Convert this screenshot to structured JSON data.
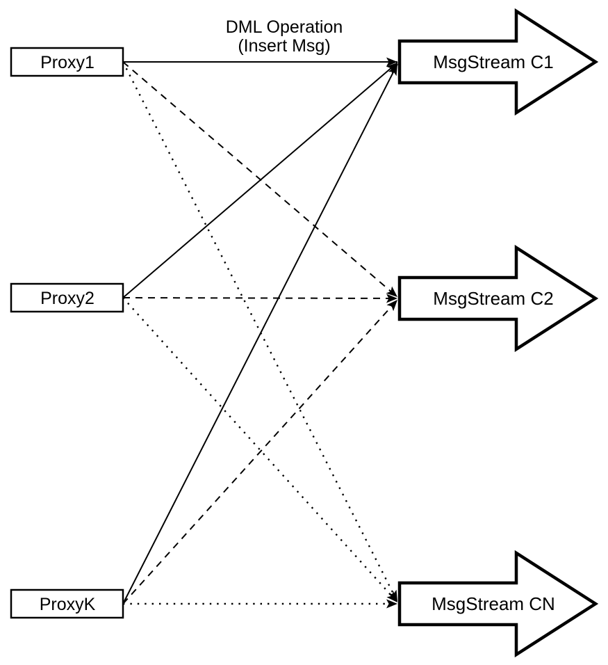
{
  "diagram": {
    "annotation": {
      "line1": "DML Operation",
      "line2": "(Insert Msg)"
    },
    "proxies": [
      {
        "id": "proxy1",
        "label": "Proxy1"
      },
      {
        "id": "proxy2",
        "label": "Proxy2"
      },
      {
        "id": "proxyk",
        "label": "ProxyK"
      }
    ],
    "streams": [
      {
        "id": "c1",
        "label": "MsgStream C1"
      },
      {
        "id": "c2",
        "label": "MsgStream C2"
      },
      {
        "id": "cn",
        "label": "MsgStream CN"
      }
    ],
    "connections": [
      {
        "from": "Proxy1",
        "to": "MsgStream C1",
        "line_style": "solid"
      },
      {
        "from": "Proxy2",
        "to": "MsgStream C1",
        "line_style": "solid"
      },
      {
        "from": "ProxyK",
        "to": "MsgStream C1",
        "line_style": "solid"
      },
      {
        "from": "Proxy1",
        "to": "MsgStream C2",
        "line_style": "dashed"
      },
      {
        "from": "Proxy2",
        "to": "MsgStream C2",
        "line_style": "dashed"
      },
      {
        "from": "ProxyK",
        "to": "MsgStream C2",
        "line_style": "dashed"
      },
      {
        "from": "Proxy1",
        "to": "MsgStream CN",
        "line_style": "dotted"
      },
      {
        "from": "Proxy2",
        "to": "MsgStream CN",
        "line_style": "dotted"
      },
      {
        "from": "ProxyK",
        "to": "MsgStream CN",
        "line_style": "dotted"
      }
    ],
    "colors": {
      "stroke": "#000000",
      "fill": "#ffffff",
      "background": "#ffffff"
    }
  }
}
